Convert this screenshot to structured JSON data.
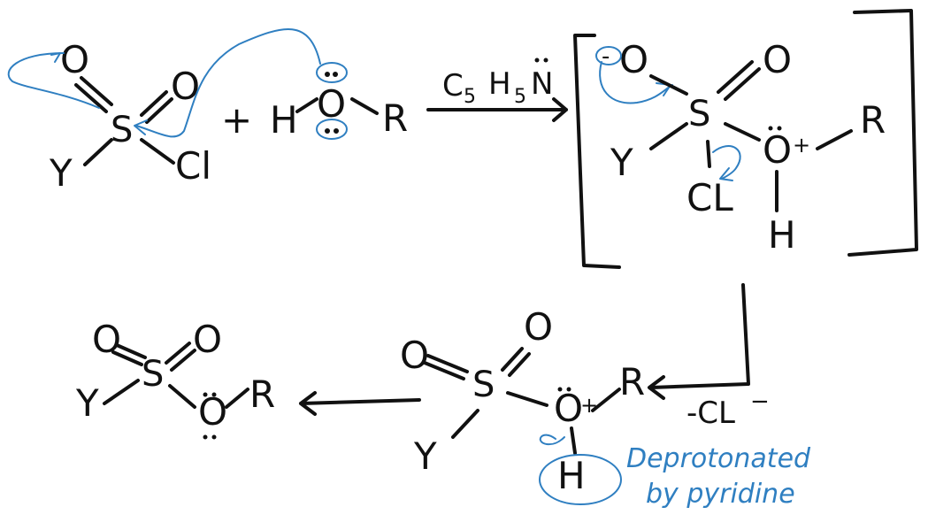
{
  "atoms": {
    "o": "O",
    "s": "S",
    "y": "Y",
    "cl": "Cl",
    "cl_caps": "CL",
    "h": "H",
    "r": "R",
    "plus": "+",
    "o_plus": "O+",
    "minus": "-",
    "charge_minus": "−"
  },
  "reagent": {
    "text_c": "C",
    "sub5a": "5",
    "text_h": "H",
    "sub5b": "5",
    "text_n": "N"
  },
  "loss_label": "-CL",
  "loss_charge": "−",
  "annotation": {
    "line1": "Deprotonated",
    "line2": "by pyridine"
  },
  "colors": {
    "ink": "#111111",
    "arrow_blue": "#2f7fc1"
  }
}
